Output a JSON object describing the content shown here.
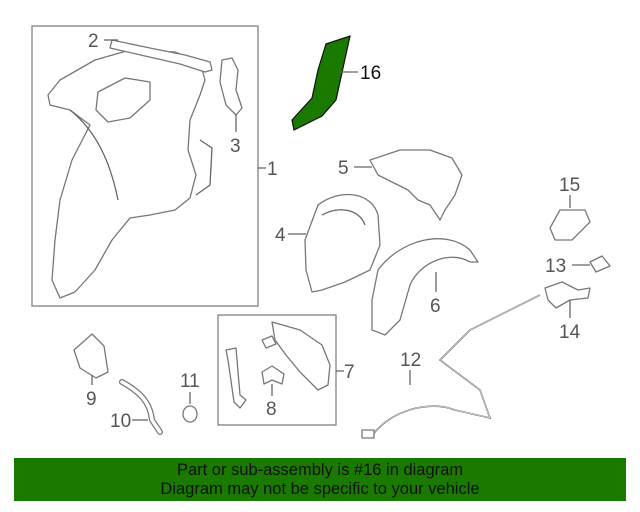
{
  "diagram": {
    "callouts": {
      "c1": "1",
      "c2": "2",
      "c3": "3",
      "c4": "4",
      "c5": "5",
      "c6": "6",
      "c7": "7",
      "c8": "8",
      "c9": "9",
      "c10": "10",
      "c11": "11",
      "c12": "12",
      "c13": "13",
      "c14": "14",
      "c15": "15",
      "c16": "16"
    },
    "highlighted_part": "16",
    "colors": {
      "highlight": "#1a7a00",
      "line": "#777777"
    }
  },
  "banner": {
    "line1": "Part or sub-assembly is #16 in diagram",
    "line2": "Diagram may not be specific to your vehicle",
    "color": "#1a7a00"
  }
}
